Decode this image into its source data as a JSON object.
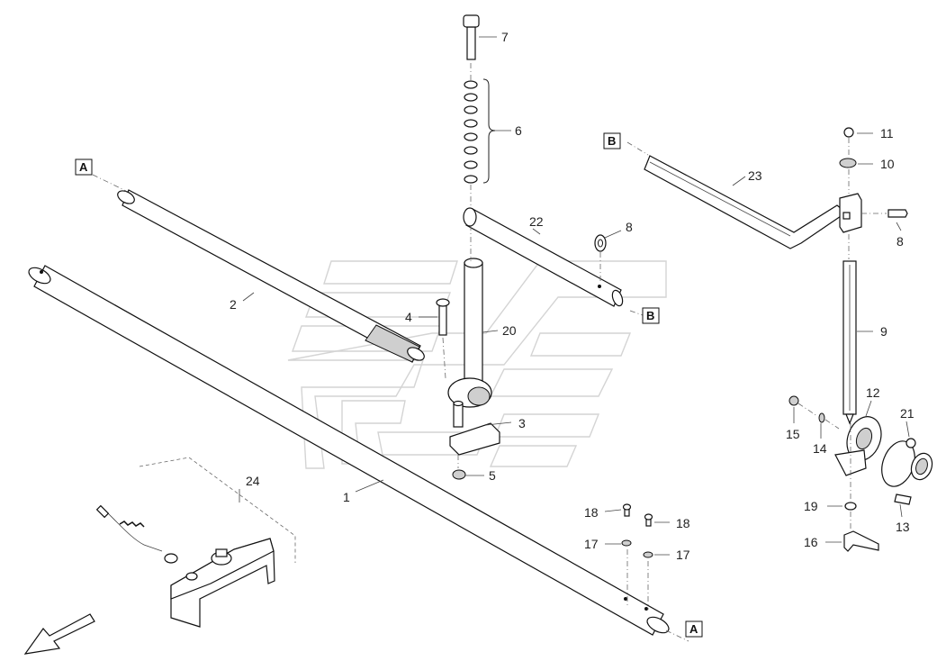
{
  "diagram": {
    "callouts": {
      "p1": "1",
      "p2": "2",
      "p3": "3",
      "p4": "4",
      "p5": "5",
      "p6": "6",
      "p7": "7",
      "p8a": "8",
      "p8b": "8",
      "p9": "9",
      "p10": "10",
      "p11": "11",
      "p12": "12",
      "p13": "13",
      "p14": "14",
      "p15": "15",
      "p16": "16",
      "p17a": "17",
      "p17b": "17",
      "p18a": "18",
      "p18b": "18",
      "p19": "19",
      "p20": "20",
      "p21": "21",
      "p22": "22",
      "p23": "23",
      "p24": "24"
    },
    "refs": {
      "a_top": "A",
      "a_bottom": "A",
      "b_left": "B",
      "b_mid": "B"
    }
  }
}
